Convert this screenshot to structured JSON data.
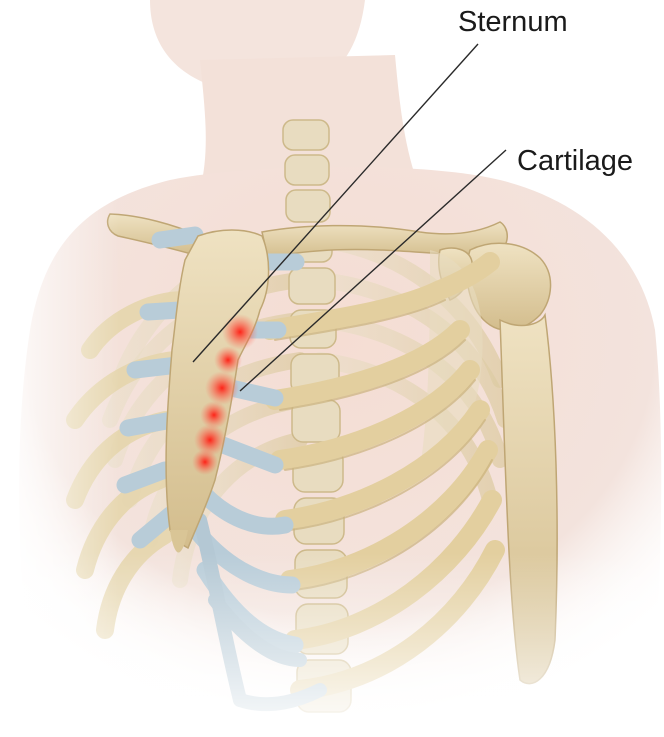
{
  "labels": {
    "sternum": "Sternum",
    "cartilage": "Cartilage"
  },
  "colors": {
    "skin": "#f2d9d0",
    "bone": "#e6d4ac",
    "bone_shadow": "#c9b17e",
    "cartilage": "#b9cdd8",
    "inflammation": "#ff2a1a",
    "leader_line": "#2a2a2a"
  },
  "illustration": {
    "subject": "anterior chest and rib cage",
    "highlight": "costosternal joints"
  }
}
